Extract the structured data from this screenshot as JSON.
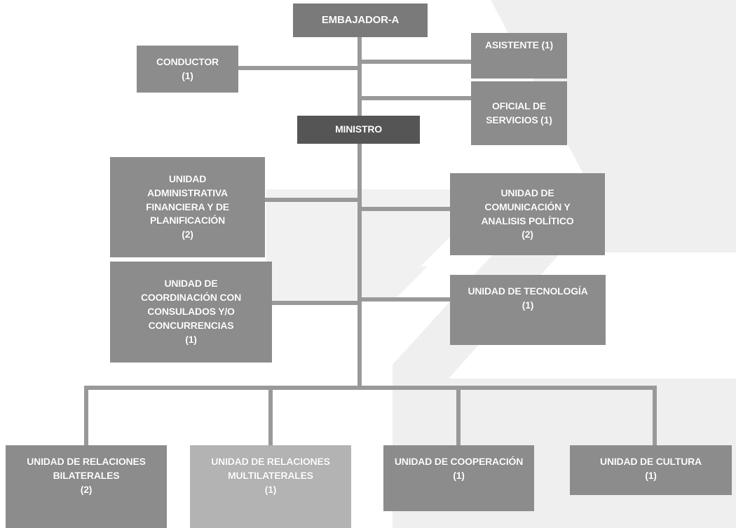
{
  "chart": {
    "colors": {
      "box": "#8c8c8c",
      "box_dark": "#555555",
      "box_light": "#b3b3b3",
      "connector": "#999999",
      "watermark": "#efefef",
      "text": "#ffffff"
    },
    "nodes": {
      "embajador": "EMBAJADOR-A",
      "conductor": "CONDUCTOR\n(1)",
      "asistente": "ASISTENTE (1)",
      "oficial_servicios": "OFICIAL DE\nSERVICIOS (1)",
      "ministro": "MINISTRO",
      "administrativa": "UNIDAD\nADMINISTRATIVA\nFINANCIERA Y DE\nPLANIFICACIÓN\n(2)",
      "comunicacion": "UNIDAD DE\nCOMUNICACIÓN Y\nANALISIS POLÍTICO\n(2)",
      "coordinacion": "UNIDAD DE\nCOORDINACIÓN CON\nCONSULADOS Y/O\nCONCURRENCIAS\n(1)",
      "tecnologia": "UNIDAD DE  TECNOLOGÍA\n(1)",
      "bilaterales": "UNIDAD DE RELACIONES\nBILATERALES\n(2)",
      "multilaterales": "UNIDAD DE RELACIONES\nMULTILATERALES\n(1)",
      "cooperacion": "UNIDAD DE COOPERACIÓN\n(1)",
      "cultura": "UNIDAD DE  CULTURA\n(1)"
    }
  }
}
